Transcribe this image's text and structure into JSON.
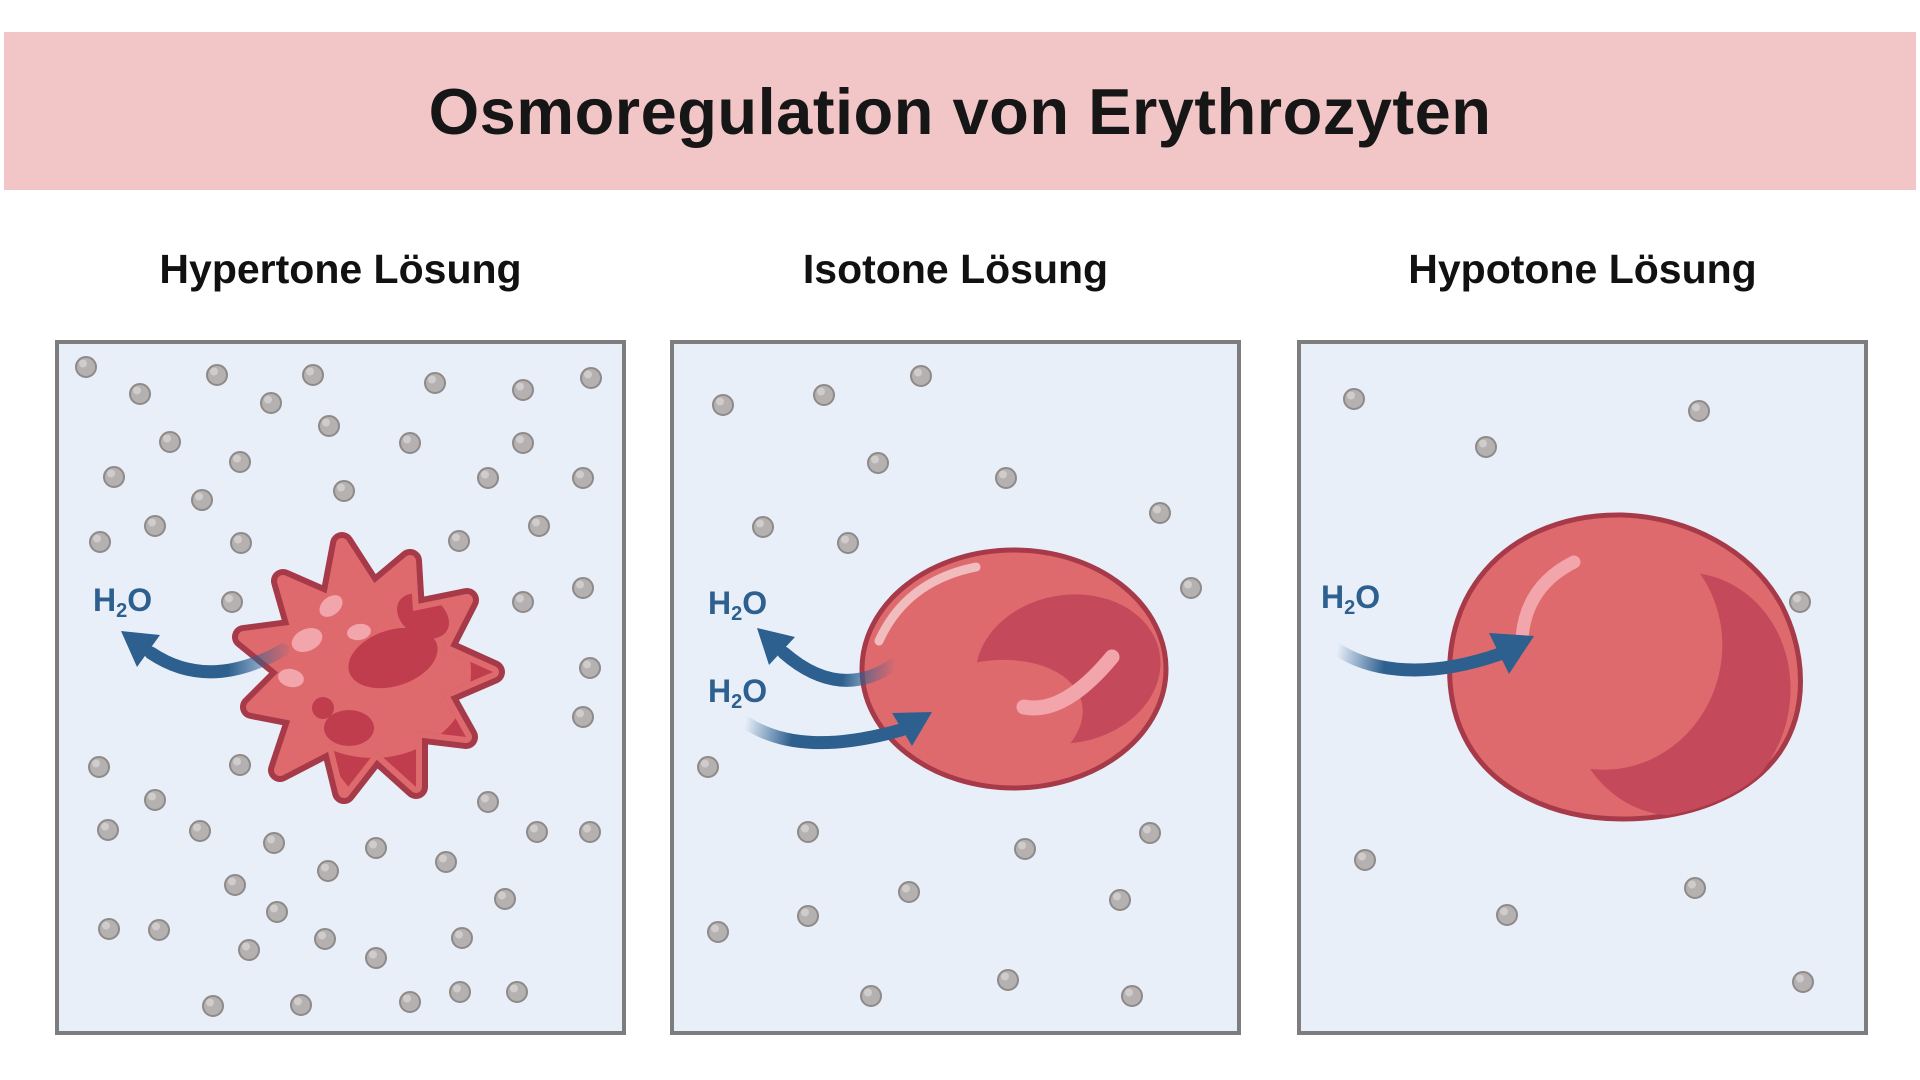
{
  "title": "Osmoregulation von Erythrozyten",
  "h2o": {
    "symbol_main": "H",
    "symbol_sub": "2",
    "symbol_end": "O"
  },
  "panels": [
    {
      "title": "Hypertone Lösung",
      "dots": [
        [
          27,
          23
        ],
        [
          81,
          50
        ],
        [
          158,
          31
        ],
        [
          212,
          59
        ],
        [
          254,
          31
        ],
        [
          376,
          39
        ],
        [
          464,
          46
        ],
        [
          532,
          34
        ],
        [
          270,
          82
        ],
        [
          351,
          99
        ],
        [
          464,
          99
        ],
        [
          429,
          134
        ],
        [
          524,
          134
        ],
        [
          111,
          98
        ],
        [
          181,
          118
        ],
        [
          55,
          133
        ],
        [
          143,
          156
        ],
        [
          285,
          147
        ],
        [
          480,
          182
        ],
        [
          96,
          182
        ],
        [
          41,
          198
        ],
        [
          182,
          199
        ],
        [
          400,
          197
        ],
        [
          524,
          244
        ],
        [
          173,
          258
        ],
        [
          464,
          258
        ],
        [
          531,
          324
        ],
        [
          524,
          373
        ],
        [
          40,
          423
        ],
        [
          181,
          421
        ],
        [
          96,
          456
        ],
        [
          429,
          458
        ],
        [
          531,
          488
        ],
        [
          49,
          486
        ],
        [
          141,
          487
        ],
        [
          215,
          499
        ],
        [
          317,
          504
        ],
        [
          269,
          527
        ],
        [
          387,
          518
        ],
        [
          478,
          488
        ],
        [
          176,
          541
        ],
        [
          446,
          555
        ],
        [
          218,
          568
        ],
        [
          50,
          585
        ],
        [
          100,
          586
        ],
        [
          266,
          595
        ],
        [
          190,
          606
        ],
        [
          317,
          614
        ],
        [
          403,
          594
        ],
        [
          351,
          658
        ],
        [
          401,
          648
        ],
        [
          458,
          648
        ],
        [
          154,
          662
        ],
        [
          242,
          661
        ]
      ]
    },
    {
      "title": "Isotone Lösung",
      "dots": [
        [
          247,
          32
        ],
        [
          150,
          51
        ],
        [
          49,
          61
        ],
        [
          204,
          119
        ],
        [
          332,
          134
        ],
        [
          486,
          169
        ],
        [
          89,
          183
        ],
        [
          174,
          199
        ],
        [
          517,
          244
        ],
        [
          34,
          423
        ],
        [
          134,
          488
        ],
        [
          351,
          505
        ],
        [
          476,
          489
        ],
        [
          235,
          548
        ],
        [
          134,
          572
        ],
        [
          44,
          588
        ],
        [
          446,
          556
        ],
        [
          334,
          636
        ],
        [
          197,
          652
        ],
        [
          458,
          652
        ]
      ]
    },
    {
      "title": "Hypotone Lösung",
      "dots": [
        [
          53,
          55
        ],
        [
          398,
          67
        ],
        [
          185,
          103
        ],
        [
          499,
          258
        ],
        [
          64,
          516
        ],
        [
          206,
          571
        ],
        [
          394,
          544
        ],
        [
          502,
          638
        ]
      ]
    }
  ],
  "colors": {
    "page-bg": "#ffffff",
    "banner-bg": "#f2c6c7",
    "title-text": "#161616",
    "heading-text": "#111111",
    "box-bg": "#e9eff9",
    "box-border": "#7d7d7d",
    "dot-fill": "#b5b1b1",
    "dot-stroke": "#8e8a8a",
    "dot-highlight": "#d9d6d6",
    "arrow": "#2d608f",
    "h2o-text": "#2d608f",
    "cell-body": "#df6a6e",
    "cell-outline": "#a73a49",
    "cell-dark": "#c4495a",
    "cell-dark2": "#c03d4d",
    "cell-light": "#f2a6ab",
    "rim-highlight": "rgba(255,255,255,0.55)"
  }
}
